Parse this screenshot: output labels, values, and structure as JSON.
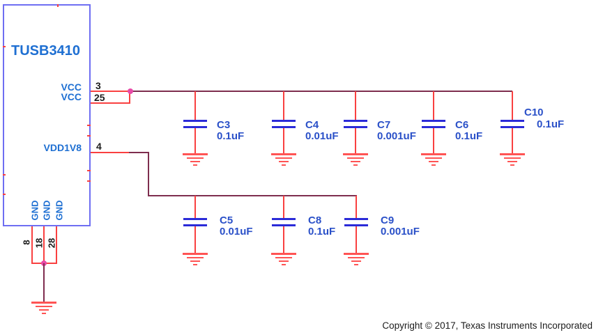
{
  "ic": {
    "title": "TUSB3410",
    "right_pins": [
      {
        "label": "VCC",
        "number": "3"
      },
      {
        "label": "VCC",
        "number": "25"
      },
      {
        "label": "VDD1V8",
        "number": "4"
      }
    ],
    "bottom_pins": [
      {
        "label": "GND",
        "number": "8"
      },
      {
        "label": "GND",
        "number": "18"
      },
      {
        "label": "GND",
        "number": "28"
      }
    ]
  },
  "capacitors": [
    {
      "ref": "C3",
      "value": "0.1uF"
    },
    {
      "ref": "C4",
      "value": "0.01uF"
    },
    {
      "ref": "C7",
      "value": "0.001uF"
    },
    {
      "ref": "C6",
      "value": "0.1uF"
    },
    {
      "ref": "C10",
      "value": "0.1uF"
    },
    {
      "ref": "C5",
      "value": "0.01uF"
    },
    {
      "ref": "C8",
      "value": "0.1uF"
    },
    {
      "ref": "C9",
      "value": "0.001uF"
    }
  ],
  "footer": {
    "copyright": "Copyright © 2017, Texas Instruments Incorporated"
  },
  "colors": {
    "ic_border": "#6e6ef2",
    "title_blue": "#1e6fd2",
    "label_blue": "#2a50c8",
    "wire_red": "#f94040",
    "ground_red": "#ff5454",
    "net_maroon": "#7e2d4e",
    "plate_blue": "#2b2bd8",
    "junction_magenta": "#e84aa8"
  }
}
